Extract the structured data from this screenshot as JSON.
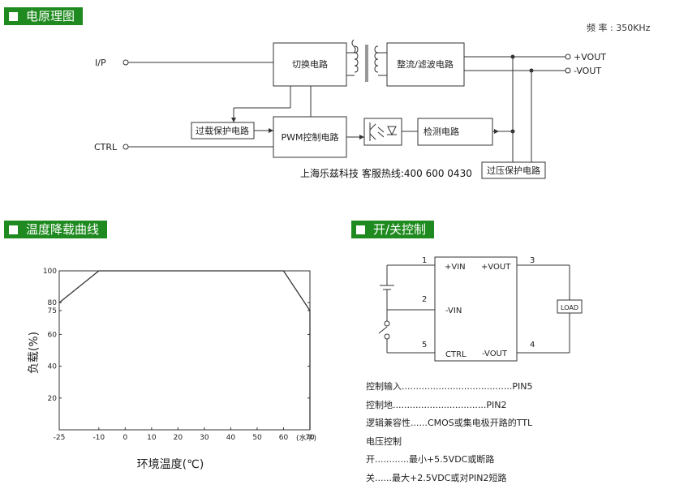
{
  "sections": {
    "schematic_title": "电原理图",
    "derating_title": "温度降载曲线",
    "onoff_title": "开/关控制"
  },
  "frequency": "频 率 : 350KHz",
  "schematic": {
    "input_label": "I/P",
    "ctrl_label": "CTRL",
    "switch_block": "切换电路",
    "rectifier_block": "整流/滤波电路",
    "overload_block": "过载保护电路",
    "pwm_block": "PWM控制电路",
    "detect_block": "检测电路",
    "overvoltage_block": "过压保护电路",
    "vout_pos": "+VOUT",
    "vout_neg": "-VOUT",
    "hotline": "上海乐兹科技 客服热线:400 600 0430"
  },
  "chart_data": {
    "type": "line",
    "xlabel": "环境温度(℃)",
    "ylabel": "负载(%)",
    "x_unit_note": "(水平)",
    "x_ticks": [
      "-25",
      "-10",
      "0",
      "10",
      "20",
      "30",
      "40",
      "50",
      "60",
      "70"
    ],
    "y_ticks": [
      "20",
      "40",
      "60",
      "75",
      "80",
      "100"
    ],
    "xlim": [
      -25,
      70
    ],
    "ylim": [
      0,
      100
    ],
    "series": [
      {
        "x": [
          -25,
          -10,
          60,
          70,
          70
        ],
        "y": [
          80,
          100,
          100,
          75,
          0
        ]
      }
    ]
  },
  "onoff": {
    "pin1": "1",
    "pin2": "2",
    "pin3": "3",
    "pin4": "4",
    "pin5": "5",
    "vin_pos": "+VIN",
    "vin_neg": "-VIN",
    "ctrl": "CTRL",
    "vout_pos": "+VOUT",
    "vout_neg": "-VOUT",
    "load": "LOAD"
  },
  "notes": [
    "控制输入.......................................PIN5",
    "控制地.................................PIN2",
    "逻辑兼容性......CMOS或集电极开路的TTL",
    "电压控制",
    "开............最小+5.5VDC或断路",
    "关......最大+2.5VDC或对PIN2短路"
  ]
}
